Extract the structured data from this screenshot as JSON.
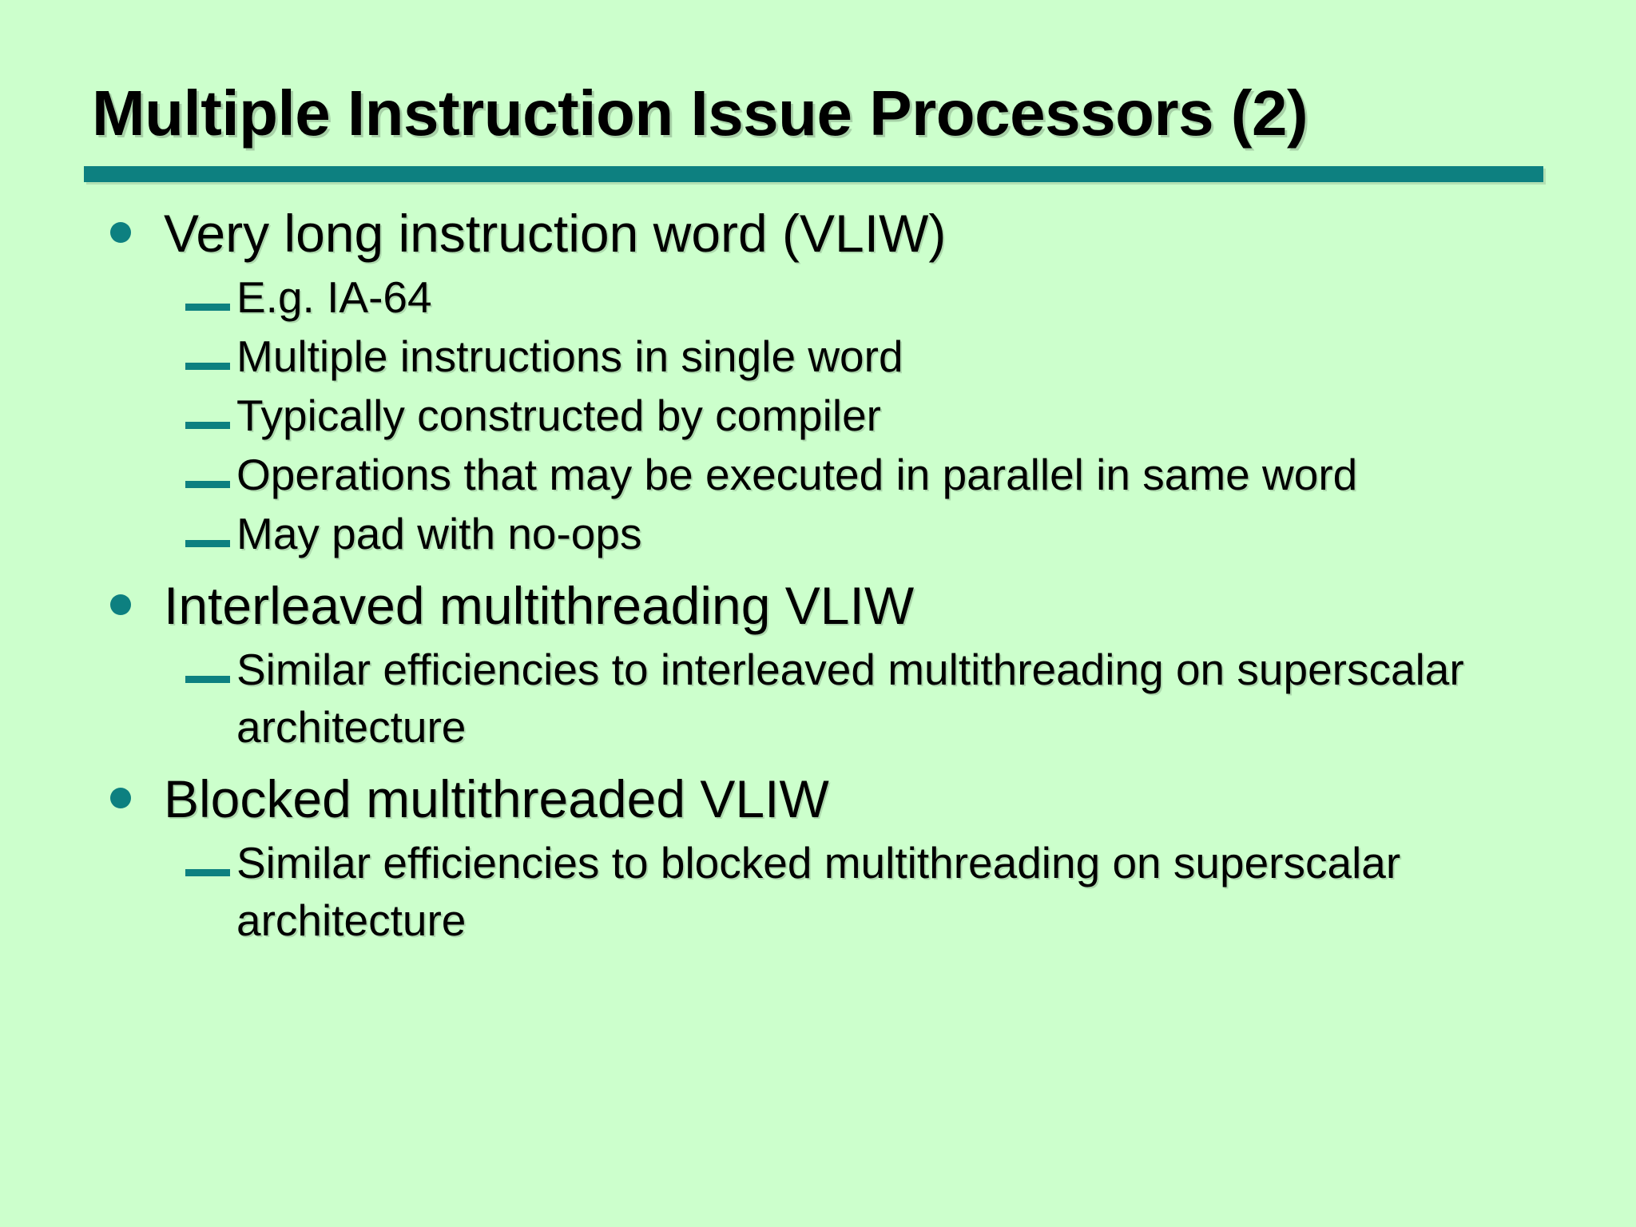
{
  "slide": {
    "title": "Multiple Instruction Issue Processors (2)",
    "background_color": "#ccffcc",
    "accent_color": "#0d8080",
    "text_color": "#000000",
    "bullets": [
      {
        "level": 1,
        "marker": "filled-circle-bullet",
        "text": "Very long instruction word (VLIW)"
      },
      {
        "level": 2,
        "marker": "em-dash-bullet",
        "text": "E.g. IA-64"
      },
      {
        "level": 2,
        "marker": "em-dash-bullet",
        "text": "Multiple instructions in single word"
      },
      {
        "level": 2,
        "marker": "em-dash-bullet",
        "text": "Typically constructed by compiler"
      },
      {
        "level": 2,
        "marker": "em-dash-bullet",
        "text": "Operations that may be executed in parallel in same word"
      },
      {
        "level": 2,
        "marker": "em-dash-bullet",
        "text": "May pad with no-ops"
      },
      {
        "level": 1,
        "marker": "filled-circle-bullet",
        "text": "Interleaved multithreading VLIW"
      },
      {
        "level": 2,
        "marker": "em-dash-bullet",
        "text": "Similar efficiencies to interleaved multithreading on superscalar architecture"
      },
      {
        "level": 1,
        "marker": "filled-circle-bullet",
        "text": "Blocked multithreaded VLIW"
      },
      {
        "level": 2,
        "marker": "em-dash-bullet",
        "text": "Similar efficiencies to blocked multithreading on superscalar architecture"
      }
    ]
  }
}
